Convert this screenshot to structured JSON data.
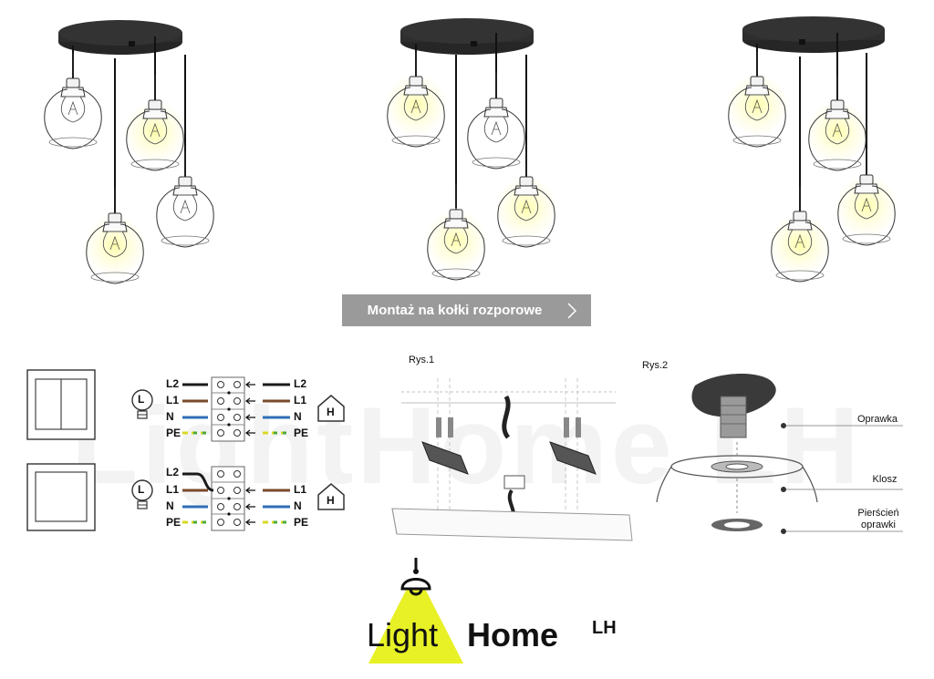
{
  "watermark_text": "LightHome LH",
  "cta": {
    "label": "Montaż na kołki rozporowe"
  },
  "wiring": {
    "upper_left": [
      "L2",
      "L1",
      "N",
      "PE"
    ],
    "upper_right": [
      "L2",
      "L1",
      "N",
      "PE"
    ],
    "lower_left": [
      "L2",
      "L1",
      "N",
      "PE"
    ],
    "lower_right": [
      "L1",
      "N",
      "PE"
    ],
    "bulb_label": "L",
    "house_label": "H",
    "colors": {
      "L2": "#1a1a1a",
      "L1": "#7a4a2a",
      "N": "#2f6fb5",
      "PE_yellow": "#d8d820",
      "PE_green": "#4caa3a"
    }
  },
  "diagram1": {
    "label": "Rys.1"
  },
  "diagram2": {
    "label": "Rys.2",
    "parts": {
      "oprawka": "Oprawka",
      "klosz": "Klosz",
      "pierscien_1": "Pierścień",
      "pierscien_2": "oprawki"
    }
  },
  "logo": {
    "light": "Light",
    "home": "Home",
    "lh": "LH",
    "accent": "#e6f01a"
  }
}
